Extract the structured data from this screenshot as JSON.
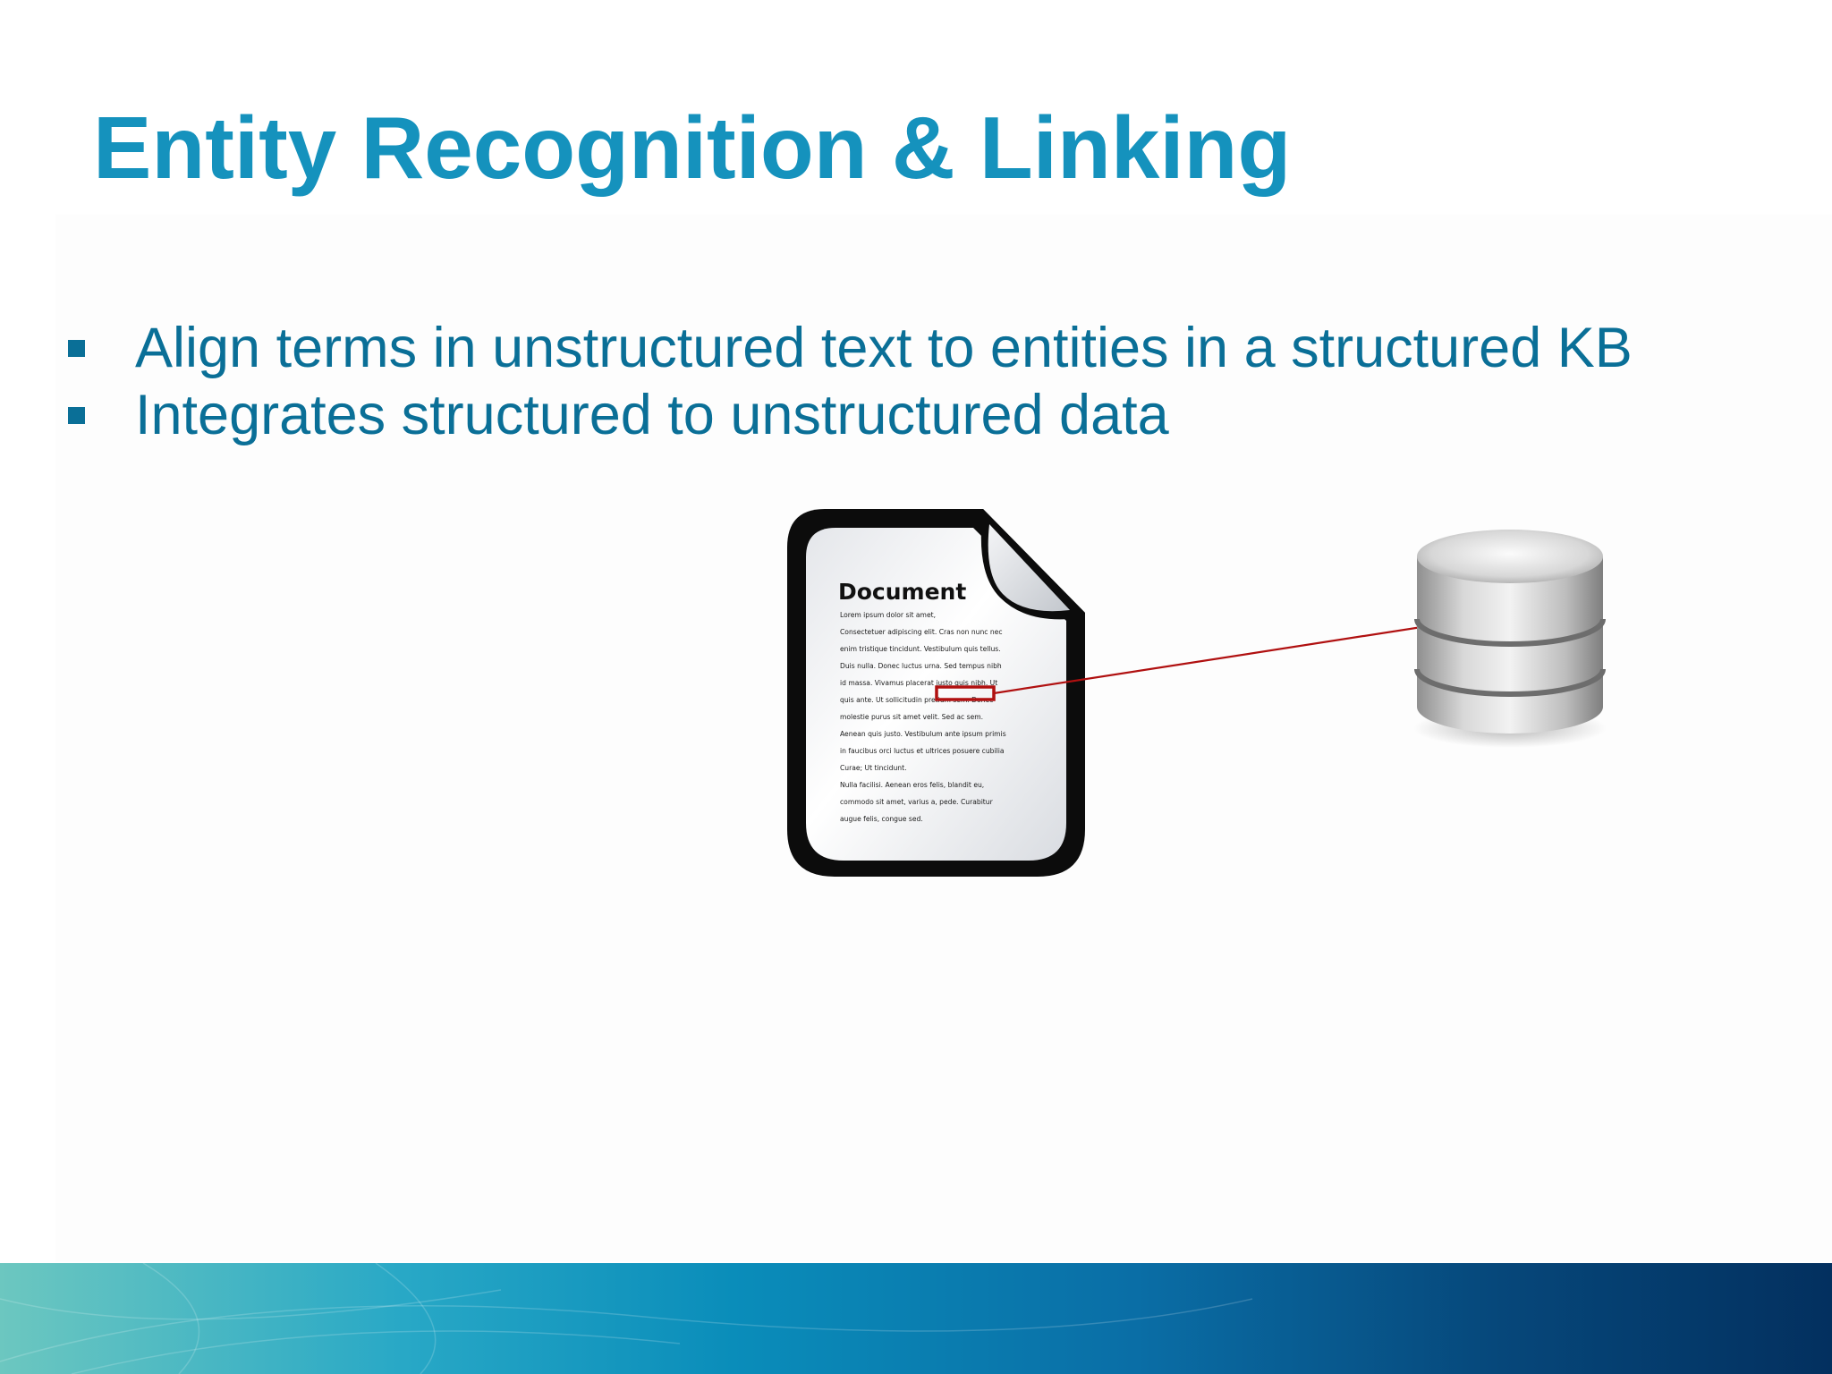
{
  "slide": {
    "title": "Entity Recognition & Linking",
    "bullets": [
      {
        "text": "Align terms in unstructured text to entities in a structured KB"
      },
      {
        "text": "Integrates structured to unstructured data"
      }
    ]
  },
  "document_icon": {
    "heading": "Document",
    "lines": [
      "Lorem ipsum dolor sit amet,",
      "Consectetuer adipiscing elit. Cras non nunc nec",
      "enim tristique tincidunt. Vestibulum quis tellus.",
      "Duis nulla. Donec luctus urna. Sed tempus nibh",
      "id massa. Vivamus placerat justo quis nibh. Ut",
      "quis ante. Ut sollicitudin pretium sem. Donec",
      "molestie purus sit amet velit. Sed ac sem.",
      "Aenean quis justo. Vestibulum ante ipsum primis",
      "in faucibus orci luctus et ultrices posuere cubilia",
      "Curae; Ut tincidunt.",
      "Nulla facilisi. Aenean eros felis, blandit eu,",
      "commodo sit amet, varius a, pede. Curabitur",
      "augue felis, congue sed."
    ]
  },
  "icons": {
    "document": "document-icon",
    "database": "database-icon",
    "link_arrow": "arrow-icon"
  },
  "colors": {
    "title": "#1592bd",
    "body_text": "#0a6f97",
    "link_highlight": "#b01010"
  }
}
